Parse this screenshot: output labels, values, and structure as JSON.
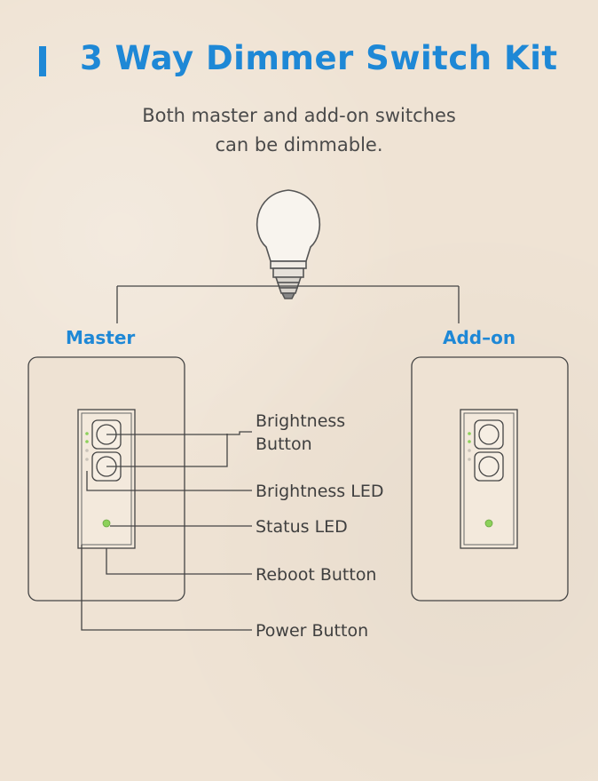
{
  "title": "3 Way Dimmer Switch Kit",
  "subtitle_lines": [
    "Both master and add-on switches",
    "can be dimmable."
  ],
  "switches": {
    "master_label": "Master",
    "addon_label": "Add–on"
  },
  "callouts": {
    "brightness_button_line1": "Brightness",
    "brightness_button_line2": "Button",
    "brightness_led": "Brightness LED",
    "status_led": "Status LED",
    "reboot_button": "Reboot Button",
    "power_button": "Power Button"
  },
  "colors": {
    "accent": "#1e88d6",
    "background": "#efe3d4",
    "line": "#444444",
    "led_green": "#8cd15a"
  }
}
